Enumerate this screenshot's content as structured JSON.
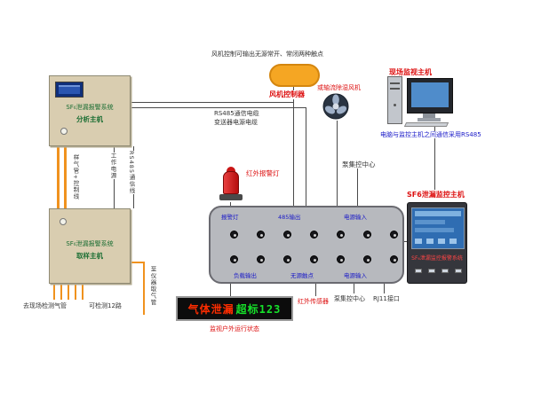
{
  "analysis_host": {
    "title": "SF₆泄漏报警系统",
    "subtitle": "分析主机"
  },
  "sampling_host": {
    "title": "SF₆泄漏报警系统",
    "subtitle": "取样主机"
  },
  "fan": {
    "note": "风机控制可输出无源常开、常闭两种触点",
    "controller": "风机控制器",
    "axial": "或轴流除湿风机"
  },
  "pc": {
    "label": "现场监视主机",
    "comm_note": "电脑与监控主机之间通信采用RS485"
  },
  "cables": {
    "rs485": "RS485通信电缆",
    "power": "变送器电源电缆"
  },
  "links": {
    "sample": "样气管+控制线",
    "work_power": "工作电源",
    "rs485": "RS485通信线",
    "to_site": "去现场检测气管",
    "channels": "可检测12路",
    "to_instrument": "至仪器取气管"
  },
  "alarm": {
    "light": "红外报警灯",
    "sensor": "红外传感器"
  },
  "pump": {
    "top": "泵集控中心",
    "bottom": "泵集控中心"
  },
  "rj11": "RJ11接口",
  "panel": {
    "top_labels": [
      "报警灯",
      "485输出",
      "电源输入"
    ],
    "bottom_labels": [
      "负载输出",
      "无源触点",
      "电源输入"
    ]
  },
  "monitor_host": {
    "label": "SF6泄漏监控主机",
    "caption": "SF₆泄漏监控报警系统"
  },
  "led": {
    "red": "气体泄漏",
    "green": "超标123",
    "caption": "监视户外运行状态"
  }
}
